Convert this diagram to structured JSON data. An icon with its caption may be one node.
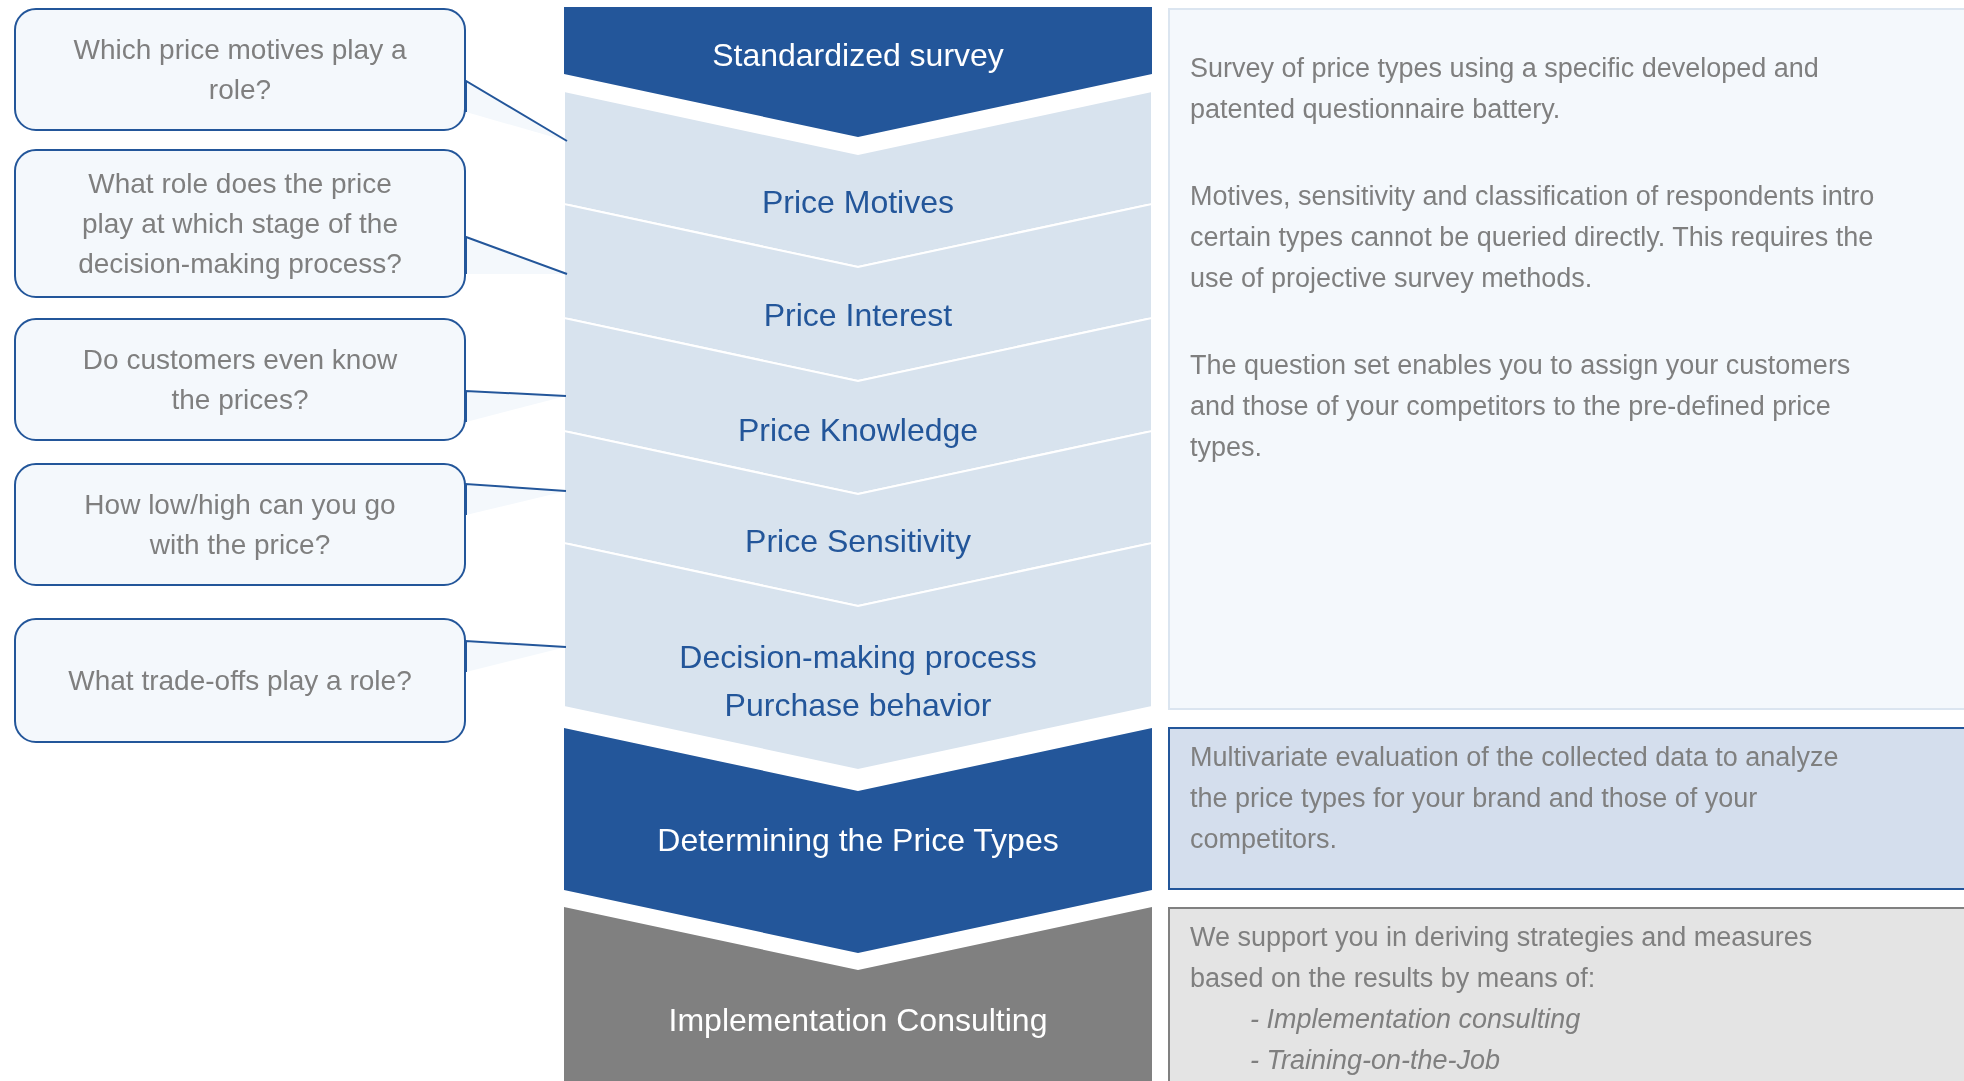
{
  "diagram": {
    "nodes": [
      {
        "text": [
          "Which price motives play a role?"
        ]
      },
      {
        "text": [
          "What role does the price play at which stage of the decision-making process?"
        ]
      },
      {
        "text": [
          "Do customers even know the prices?"
        ]
      },
      {
        "text": [
          "How low/high can you go with the price?"
        ]
      },
      {
        "text": [
          "What trade-offs play a role?"
        ]
      },
      {
        "text": [
          "Standardized survey"
        ]
      },
      {
        "text": [
          "Price Motives"
        ]
      },
      {
        "text": [
          "Price Interest"
        ]
      },
      {
        "text": [
          "Price Knowledge"
        ]
      },
      {
        "text": [
          "Price Sensitivity"
        ]
      },
      {
        "text": [
          "Decision-making process",
          "Purchase behavior"
        ]
      },
      {
        "text": [
          "Determining the Price Types"
        ]
      },
      {
        "text": [
          "Implementation Consulting"
        ]
      },
      {
        "text": [
          "Survey of price types using a specific developed and patented questionnaire battery.",
          "Motives, sensitivity and classification of respondents intro certain types cannot be queried directly. This requires the use of projective survey methods.",
          "The question set enables you to assign your customers and those of your competitors to the pre-defined price types."
        ]
      },
      {
        "text": [
          "Multivariate evaluation of the collected data to analyze the price types for your brand and those of your competitors."
        ]
      },
      {
        "text": [
          "We support you in deriving strategies and measures based on the results by means of:",
          "- Implementation consulting",
          "- Training-on-the-Job"
        ]
      }
    ],
    "edges": [
      {
        "from": 0,
        "to": 6,
        "arrow": "none"
      },
      {
        "from": 1,
        "to": 7,
        "arrow": "none"
      },
      {
        "from": 2,
        "to": 8,
        "arrow": "none"
      },
      {
        "from": 3,
        "to": 9,
        "arrow": "none"
      },
      {
        "from": 4,
        "to": 10,
        "arrow": "none"
      }
    ]
  }
}
